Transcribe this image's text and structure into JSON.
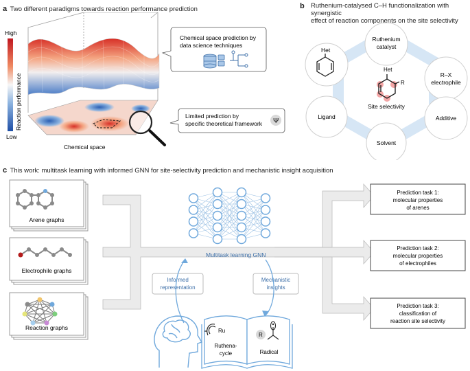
{
  "panel_a": {
    "label": "a",
    "title": "Two different paradigms towards reaction performance prediction",
    "colorbar_high": "High",
    "colorbar_low": "Low",
    "y_axis_label": "Reaction performance",
    "x_axis_label": "Chemical space",
    "callout_top": "Chemical space prediction by data science techniques",
    "callout_bottom": "Limited prediction by specific theoretical framework",
    "psi_symbol": "Ψ",
    "colors": {
      "high": "#d7301f",
      "low": "#2b5fb3",
      "mid": "#f2f2f2"
    }
  },
  "panel_b": {
    "label": "b",
    "title_line1": "Ruthenium-catalysed C–H functionalization with synergistic",
    "title_line2": "effect of reaction components on the site selectivity",
    "center_het": "Het",
    "center_r": "R",
    "center_caption": "Site selectivity",
    "nodes": {
      "top": "Ruthenium catalyst",
      "top_right": "R–X electrophile",
      "bottom_right": "Additive",
      "bottom": "Solvent",
      "bottom_left": "Ligand",
      "top_left": "Het"
    },
    "colors": {
      "hexagon": "#d6e6f5",
      "highlight": "#f4a6a6"
    }
  },
  "panel_c": {
    "label": "c",
    "title": "This work: multitask learning with informed GNN for site-selectivity prediction and mechanistic insight acquisition",
    "graph_cards": [
      "Arene graphs",
      "Electrophile graphs",
      "Reaction graphs"
    ],
    "gnn_label": "Multitask learning GNN",
    "informed_representation": "Informed representation",
    "mechanistic_insights": "Mechanistic insights",
    "book_left_metal": "Ru",
    "book_left_caption": "Ruthena- cycle",
    "book_right_r": "R",
    "book_right_caption": "Radical",
    "tasks": [
      "Prediction task 1: molecular properties of arenes",
      "Prediction task 2: molecular properties of electrophiles",
      "Prediction task 3: classification of reaction site selectivity"
    ],
    "colors": {
      "network": "#6fa8dc",
      "text_blue": "#3d6fa8"
    }
  }
}
